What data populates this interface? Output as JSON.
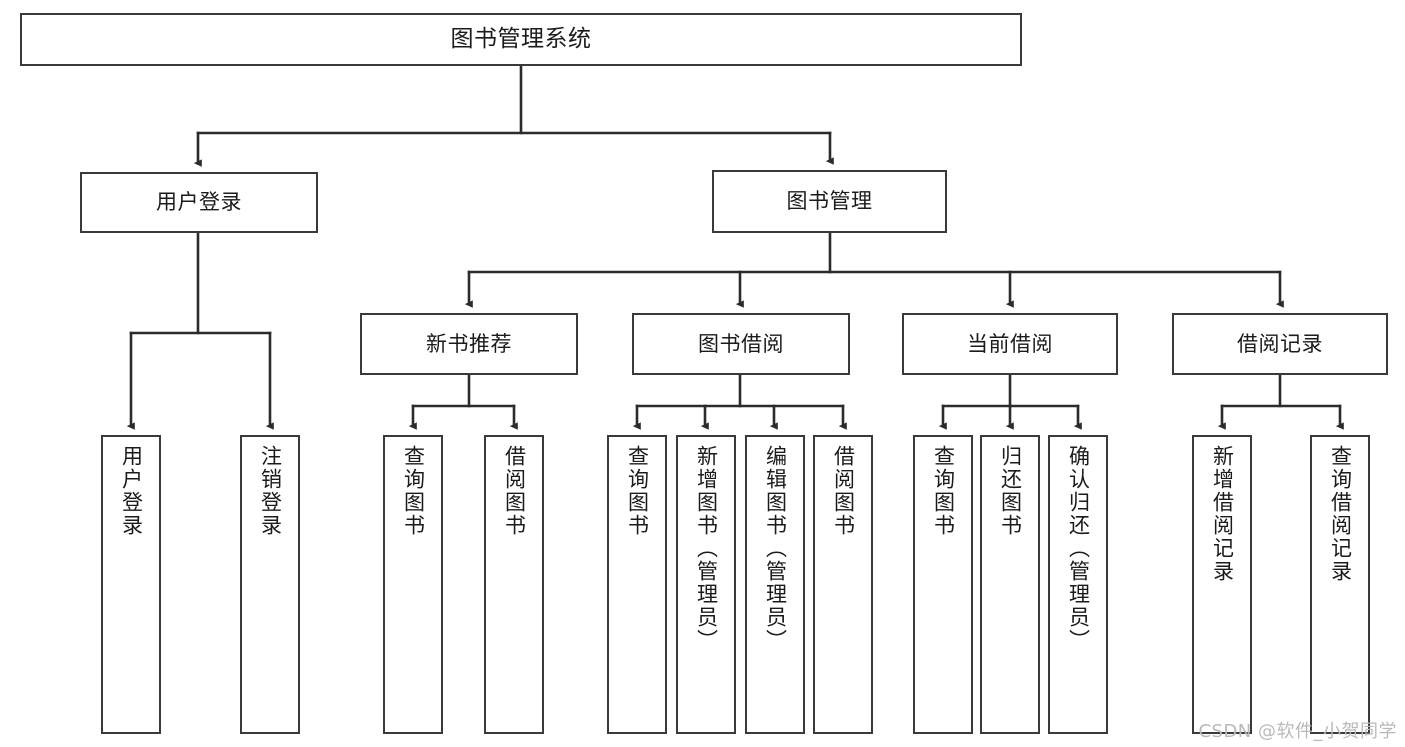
{
  "diagram": {
    "title": "图书管理系统",
    "type": "tree-hierarchy-chart",
    "colors": {
      "box_border": "#3a3a3a",
      "box_fill": "#ffffff",
      "connector": "#2b2b2b",
      "text": "#1b1b1b",
      "watermark": "#b9b9b9",
      "background": "#ffffff"
    },
    "root": {
      "id": "root",
      "label": "图书管理系统"
    },
    "level1": [
      {
        "id": "user-login",
        "label": "用户登录"
      },
      {
        "id": "book-manage",
        "label": "图书管理"
      }
    ],
    "level2": [
      {
        "id": "new-book-rec",
        "label": "新书推荐"
      },
      {
        "id": "book-borrow",
        "label": "图书借阅"
      },
      {
        "id": "current-borrow",
        "label": "当前借阅"
      },
      {
        "id": "borrow-record",
        "label": "借阅记录"
      }
    ],
    "leaves": [
      {
        "id": "leaf-user-login",
        "parent": "user-login",
        "label": "用户登录"
      },
      {
        "id": "leaf-user-logout",
        "parent": "user-login",
        "label": "注销登录"
      },
      {
        "id": "leaf-query-book-1",
        "parent": "new-book-rec",
        "label": "查询图书"
      },
      {
        "id": "leaf-borrow-book-1",
        "parent": "new-book-rec",
        "label": "借阅图书"
      },
      {
        "id": "leaf-query-book-2",
        "parent": "book-borrow",
        "label": "查询图书"
      },
      {
        "id": "leaf-add-book",
        "parent": "book-borrow",
        "label": "新增图书（管理员）"
      },
      {
        "id": "leaf-edit-book",
        "parent": "book-borrow",
        "label": "编辑图书（管理员）"
      },
      {
        "id": "leaf-borrow-book-2",
        "parent": "book-borrow",
        "label": "借阅图书"
      },
      {
        "id": "leaf-query-book-3",
        "parent": "current-borrow",
        "label": "查询图书"
      },
      {
        "id": "leaf-return-book",
        "parent": "current-borrow",
        "label": "归还图书"
      },
      {
        "id": "leaf-confirm-return",
        "parent": "current-borrow",
        "label": "确认归还（管理员）"
      },
      {
        "id": "leaf-add-record",
        "parent": "borrow-record",
        "label": "新增借阅记录"
      },
      {
        "id": "leaf-query-record",
        "parent": "borrow-record",
        "label": "查询借阅记录"
      }
    ],
    "watermark": "CSDN @软件_小贺同学"
  }
}
